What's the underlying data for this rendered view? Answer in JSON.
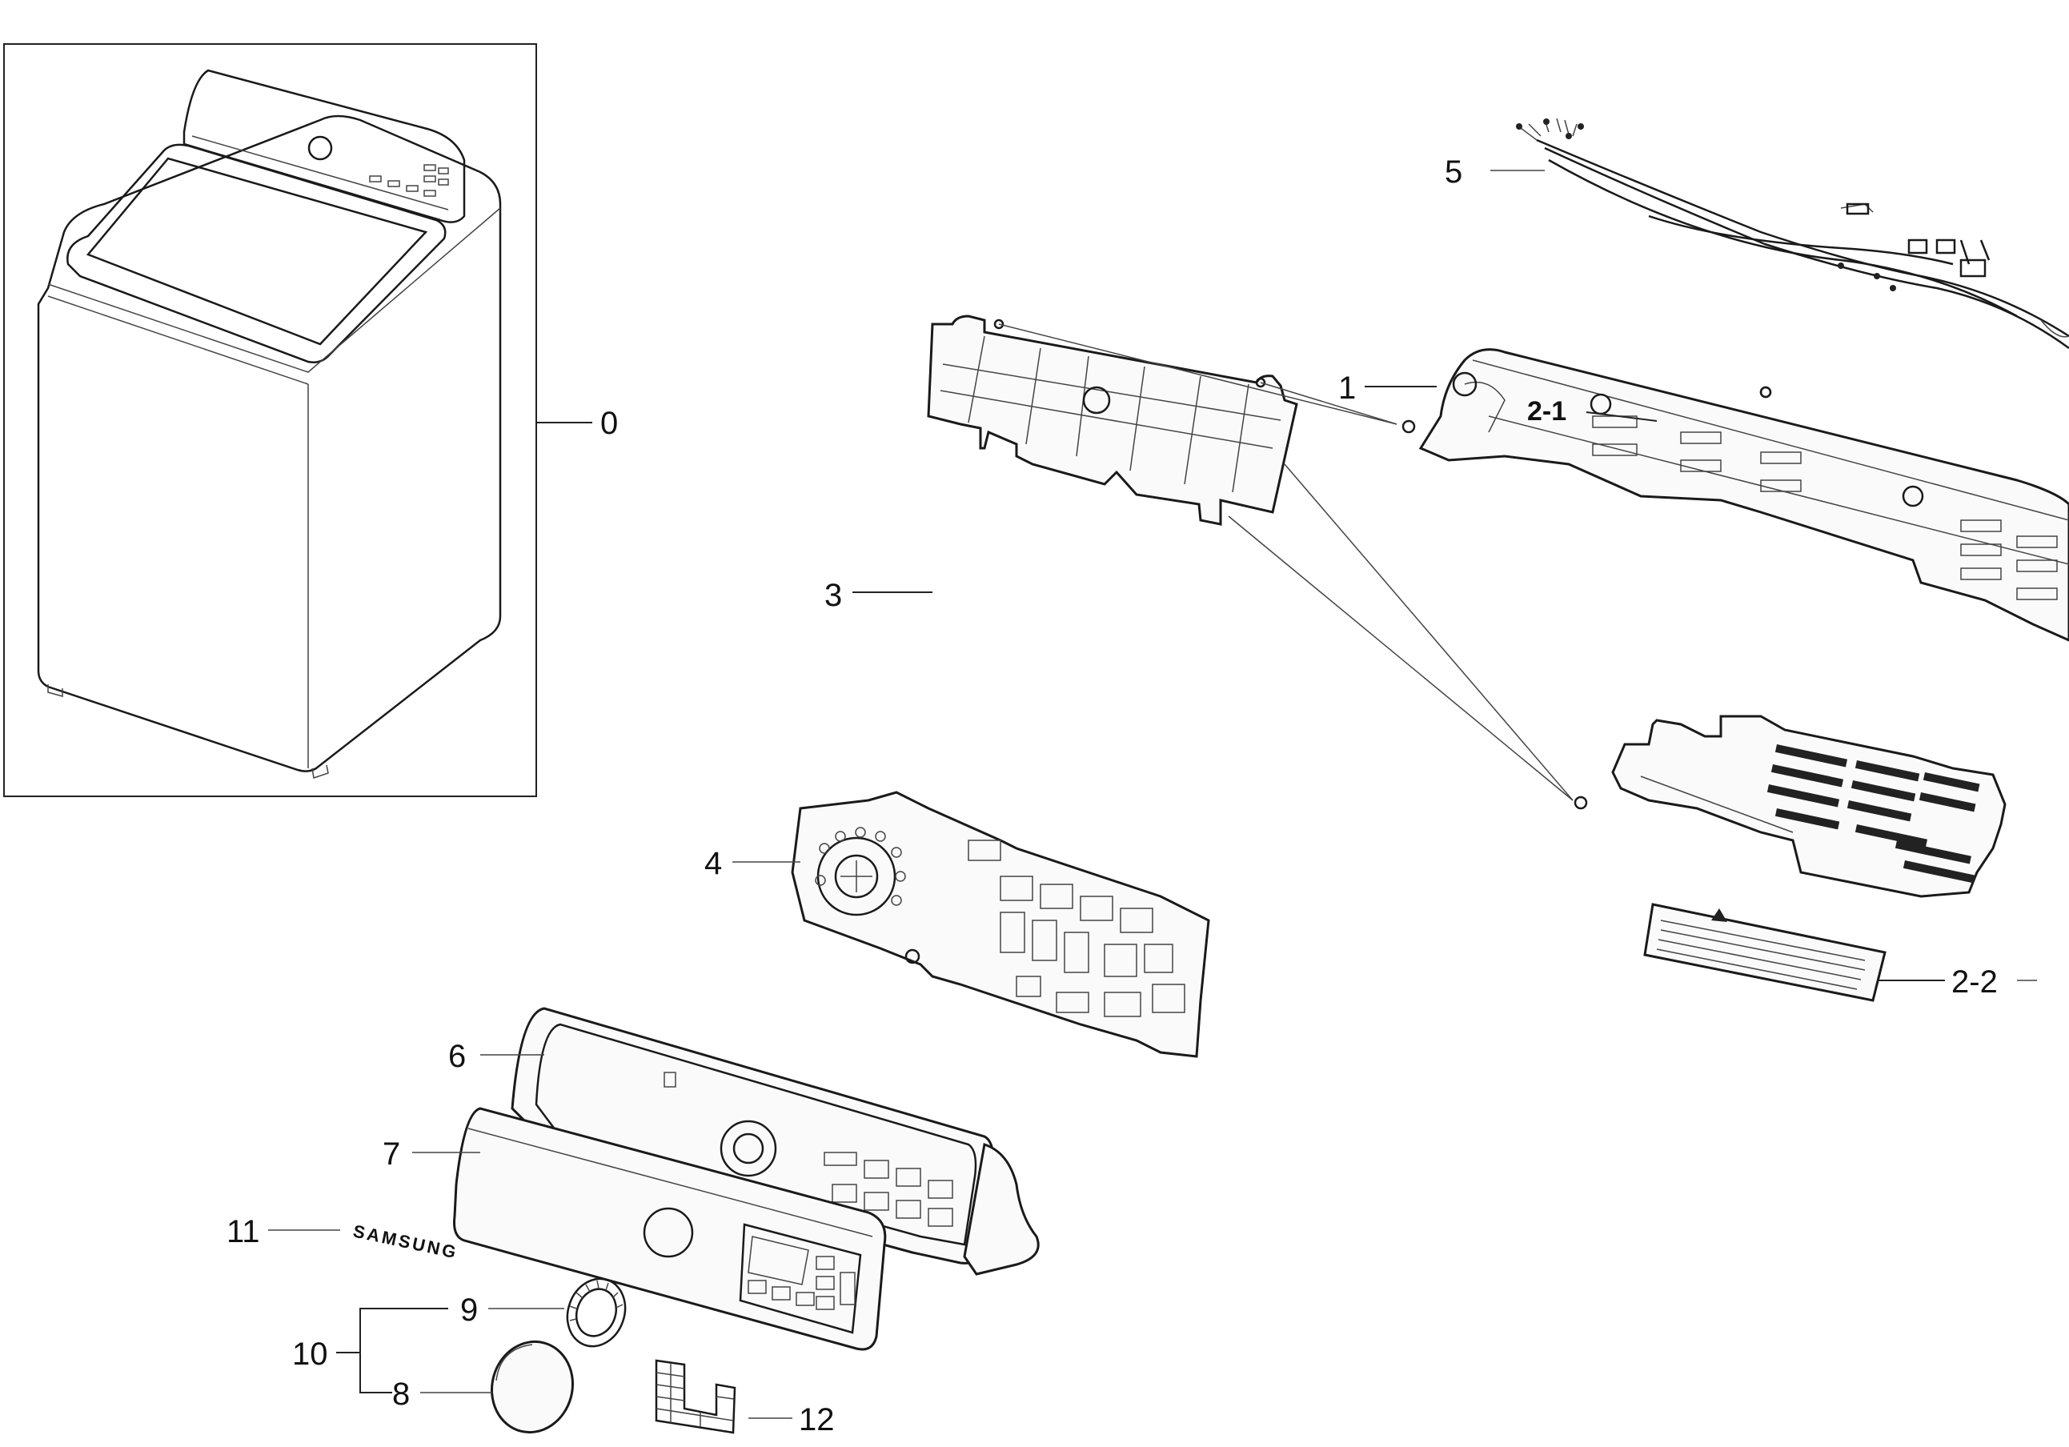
{
  "labels": {
    "p0": "0",
    "p1": "1",
    "p2_1": "2-1",
    "p2_2": "2-2",
    "p3": "3",
    "p4": "4",
    "p5": "5",
    "p6": "6",
    "p7": "7",
    "p8": "8",
    "p9": "9",
    "p10": "10",
    "p11": "11",
    "p12": "12"
  },
  "logo_text": "SAMSUNG",
  "colors": {
    "line": "#222222",
    "background": "#ffffff"
  }
}
